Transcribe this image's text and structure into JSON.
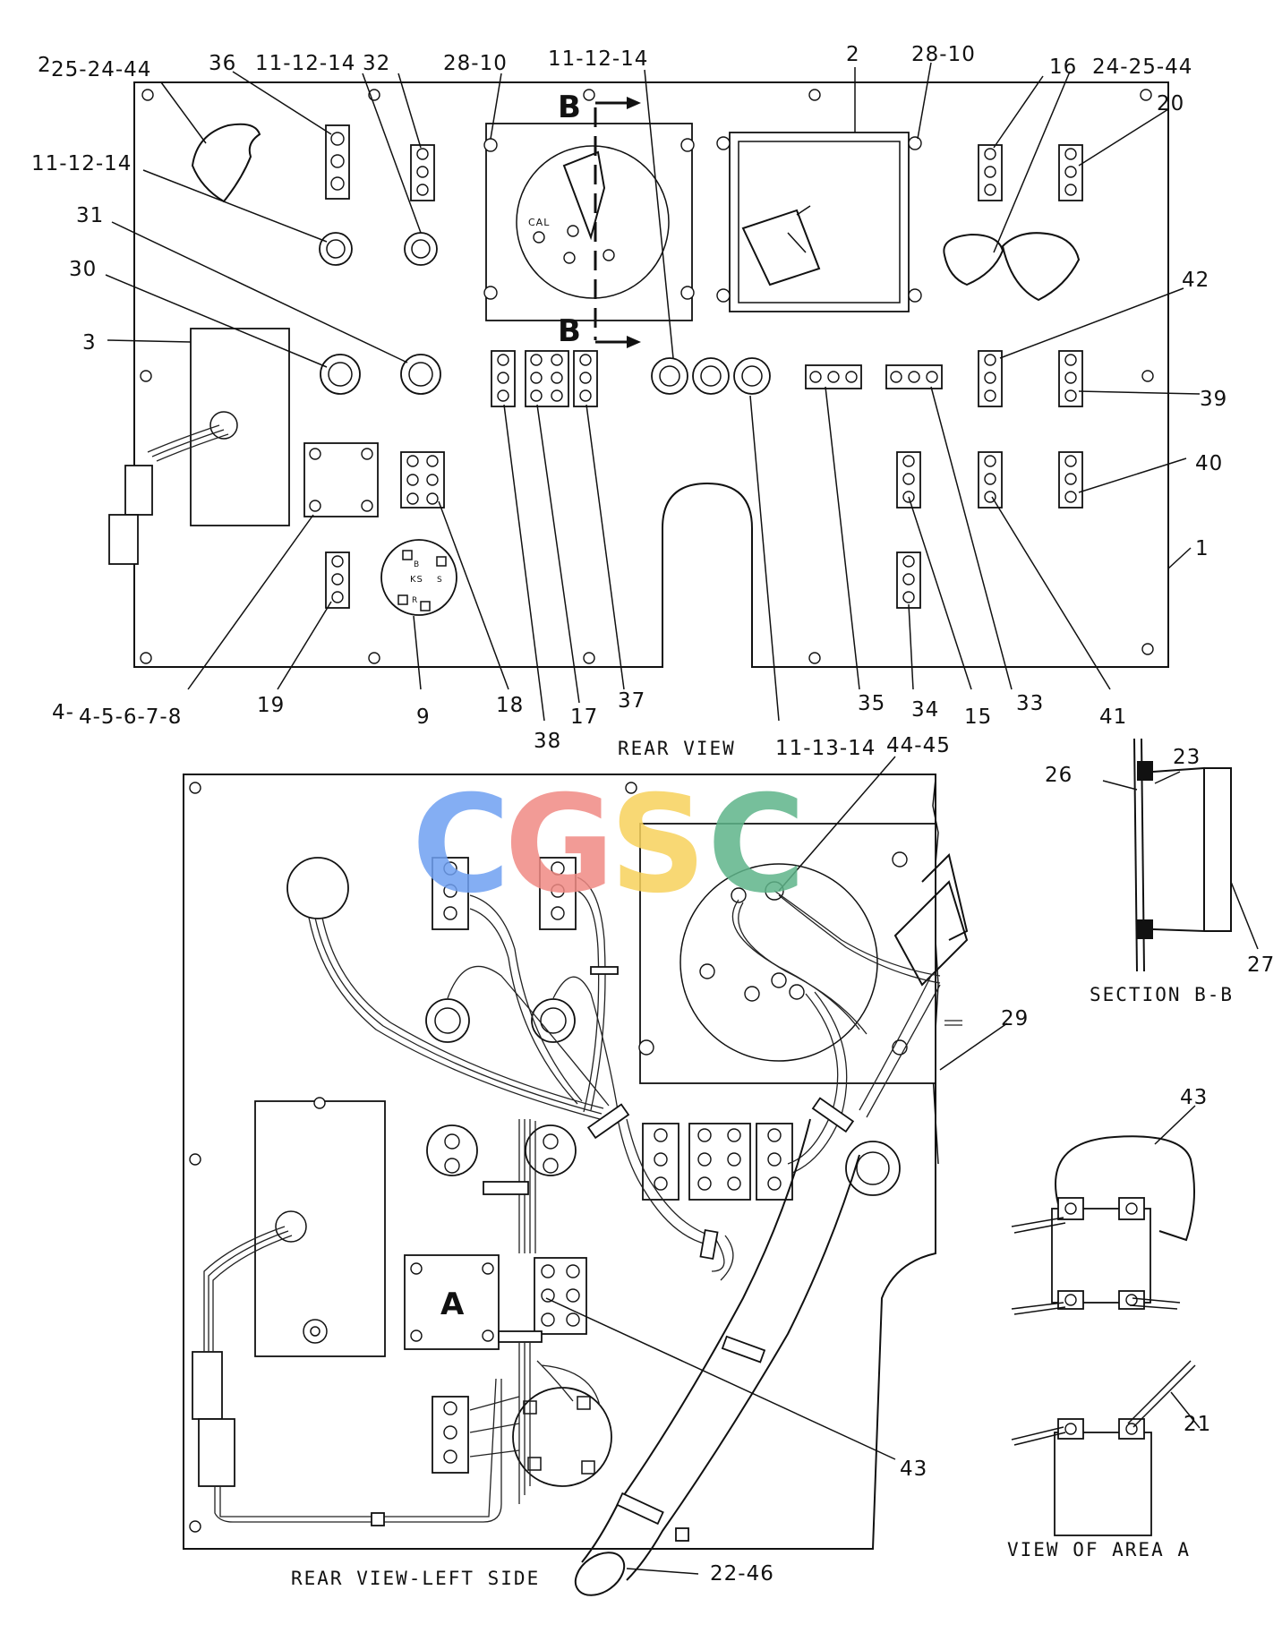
{
  "labels": {
    "l_2_cut": "2",
    "l_25_24_44": "25-24-44",
    "l_36": "36",
    "l_11_12_14_a": "11-12-14",
    "l_32": "32",
    "l_28_10_a": "28-10",
    "l_11_12_14_b": "11-12-14",
    "l_2": "2",
    "l_28_10_b": "28-10",
    "l_16": "16",
    "l_24_25_44": "24-25-44",
    "l_20": "20",
    "l_11_12_14_c": "11-12-14",
    "l_31": "31",
    "l_30": "30",
    "l_3": "3",
    "l_42": "42",
    "l_39": "39",
    "l_40": "40",
    "l_1": "1",
    "l_4_cut": "4-",
    "l_4_5_6_7_8": "4-5-6-7-8",
    "l_19": "19",
    "l_9": "9",
    "l_18": "18",
    "l_38": "38",
    "l_17": "17",
    "l_37": "37",
    "l_11_13_14": "11-13-14",
    "l_35": "35",
    "l_34": "34",
    "l_15": "15",
    "l_33": "33",
    "l_41": "41",
    "l_44_45": "44-45",
    "l_26": "26",
    "l_23": "23",
    "l_27": "27",
    "l_29": "29",
    "l_43_a": "43",
    "l_43_b": "43",
    "l_21": "21",
    "l_22_46": "22-46"
  },
  "section_marks": {
    "top": "B",
    "bottom": "B"
  },
  "area_mark": "A",
  "captions": {
    "rear_view": "REAR VIEW",
    "rear_view_left_side": "REAR VIEW-LEFT SIDE",
    "section_bb": "SECTION B-B",
    "view_area_a": "VIEW OF AREA A"
  },
  "gauge_text": {
    "cal": "CAL",
    "ks": "KS",
    "b": "B",
    "s": "S",
    "r": "R"
  },
  "watermark": {
    "letters": [
      "C",
      "G",
      "S",
      "C"
    ],
    "colors": [
      "#6fa0f2",
      "#f08a84",
      "#f7d25c",
      "#5fb58a"
    ]
  }
}
